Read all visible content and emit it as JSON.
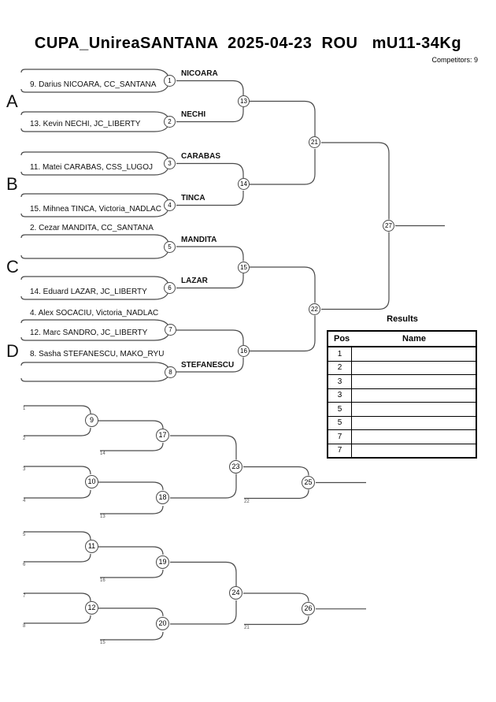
{
  "page": {
    "title": "CUPA_UnireaSANTANA  2025-04-23  ROU   mU11-34Kg",
    "competitors": "Competitors: 9"
  },
  "bracket": {
    "groups": [
      "A",
      "B",
      "C",
      "D"
    ],
    "players": [
      "9. Darius NICOARA, CC_SANTANA",
      "13. Kevin NECHI, JC_LIBERTY",
      "11. Matei CARABAS, CSS_LUGOJ",
      "15. Mihnea TINCA, Victoria_NADLAC",
      "2. Cezar MANDITA, CC_SANTANA",
      "14. Eduard LAZAR, JC_LIBERTY",
      "4. Alex SOCACIU, Victoria_NADLAC",
      "12. Marc SANDRO, JC_LIBERTY",
      "8. Sasha STEFANESCU, MAKO_RYU"
    ],
    "advancers": [
      "NICOARA",
      "NECHI",
      "CARABAS",
      "TINCA",
      "MANDITA",
      "LAZAR",
      "STEFANESCU"
    ],
    "matches": {
      "m1": "1",
      "m2": "2",
      "m3": "3",
      "m4": "4",
      "m5": "5",
      "m6": "6",
      "m7": "7",
      "m8": "8",
      "m13": "13",
      "m14": "14",
      "m15": "15",
      "m16": "16",
      "m21": "21",
      "m22": "22",
      "m27": "27"
    }
  },
  "repechage": {
    "matches": {
      "m9": "9",
      "m10": "10",
      "m11": "11",
      "m12": "12",
      "m17": "17",
      "m18": "18",
      "m19": "19",
      "m20": "20",
      "m23": "23",
      "m24": "24",
      "m25": "25",
      "m26": "26"
    },
    "feeder_labels": {
      "f1": "1",
      "f2": "2",
      "f3": "3",
      "f4": "4",
      "f5": "5",
      "f6": "6",
      "f7": "7",
      "f8": "8",
      "f13": "13",
      "f14": "14",
      "f15": "15",
      "f16": "16",
      "f21": "21",
      "f22": "22"
    }
  },
  "results": {
    "heading": "Results",
    "columns": {
      "pos": "Pos",
      "name": "Name"
    },
    "rows": [
      {
        "pos": "1",
        "name": ""
      },
      {
        "pos": "2",
        "name": ""
      },
      {
        "pos": "3",
        "name": ""
      },
      {
        "pos": "3",
        "name": ""
      },
      {
        "pos": "5",
        "name": ""
      },
      {
        "pos": "5",
        "name": ""
      },
      {
        "pos": "7",
        "name": ""
      },
      {
        "pos": "7",
        "name": ""
      }
    ]
  }
}
